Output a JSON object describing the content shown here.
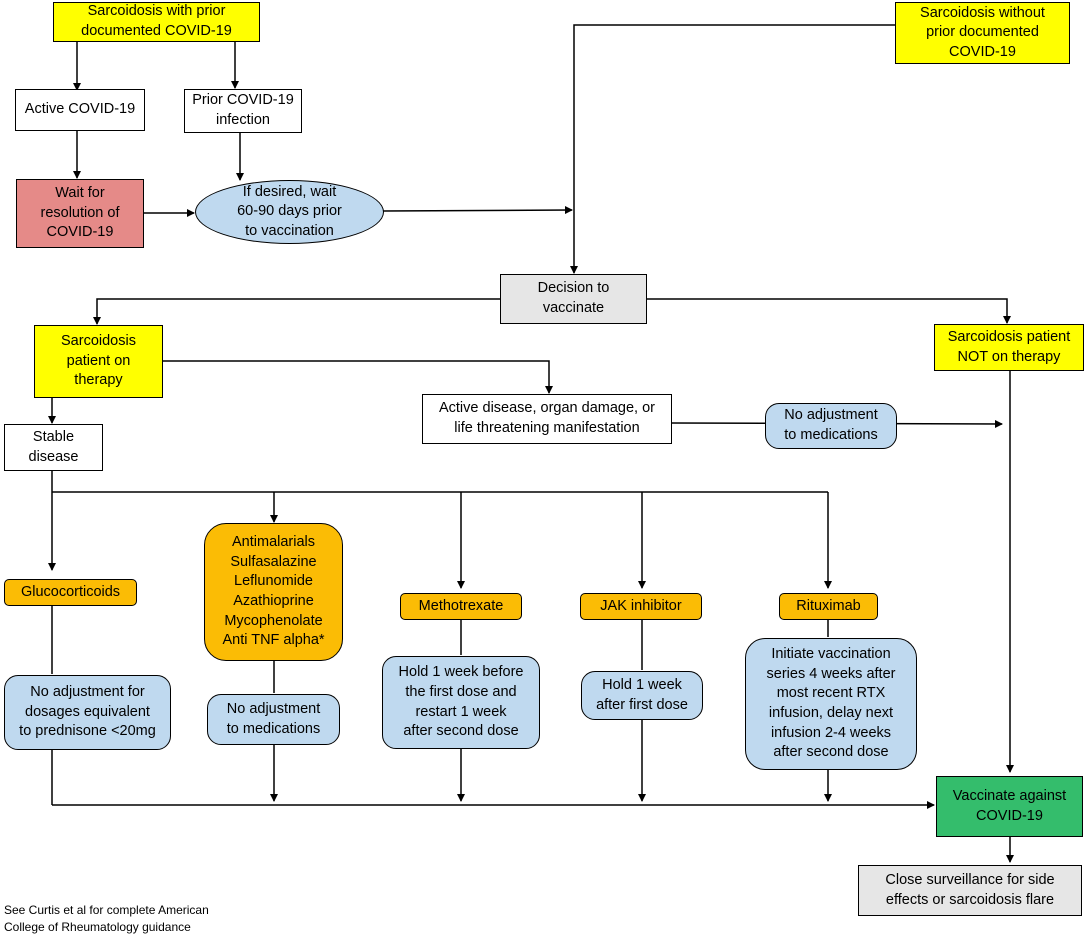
{
  "nodes": {
    "prior_covid": "Sarcoidosis with prior\ndocumented COVID-19",
    "no_prior_covid": "Sarcoidosis without\nprior documented\nCOVID-19",
    "active_covid": "Active COVID-19",
    "prior_infection": "Prior COVID-19\ninfection",
    "wait_resolution": "Wait for\nresolution of\nCOVID-19",
    "wait_days": "If desired, wait\n60-90 days prior\nto vaccination",
    "decision": "Decision to\nvaccinate",
    "on_therapy": "Sarcoidosis\npatient on\ntherapy",
    "not_on_therapy": "Sarcoidosis patient\nNOT on therapy",
    "active_disease": "Active disease, organ damage, or\nlife threatening manifestation",
    "no_adjust_active": "No adjustment\nto medications",
    "stable": "Stable\ndisease",
    "glucocorticoids": "Glucocorticoids",
    "antimalarials": "Antimalarials\nSulfasalazine\nLeflunomide\nAzathioprine\nMycophenolate\nAnti TNF alpha*",
    "methotrexate": "Methotrexate",
    "jak": "JAK inhibitor",
    "rituximab": "Rituximab",
    "gluco_action": "No adjustment for\ndosages equivalent\nto prednisone <20mg",
    "anti_action": "No adjustment\nto medications",
    "mtx_action": "Hold 1 week before\nthe first dose and\nrestart 1 week\nafter second dose",
    "jak_action": "Hold 1 week\nafter first dose",
    "rtx_action": "Initiate vaccination\nseries 4 weeks after\nmost recent RTX\ninfusion, delay next\ninfusion 2-4 weeks\nafter second dose",
    "vaccinate": "Vaccinate against\nCOVID-19",
    "surveillance": "Close surveillance for side\neffects or sarcoidosis flare"
  },
  "footnote": "See Curtis et al for complete American\nCollege of Rheumatology guidance"
}
